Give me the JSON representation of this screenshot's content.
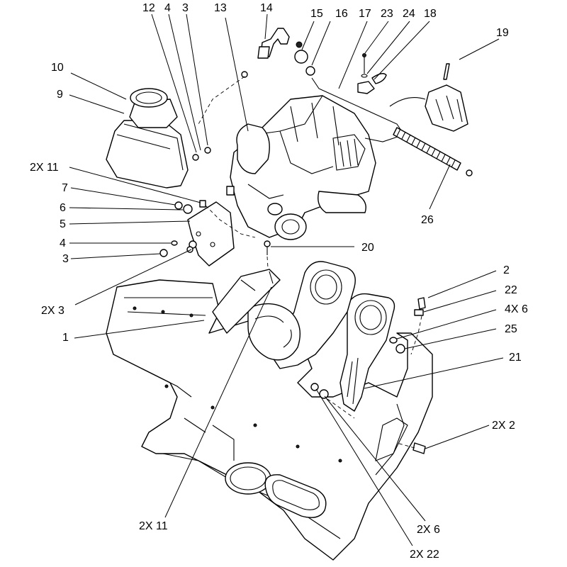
{
  "callouts": [
    {
      "id": "c12",
      "text": "12"
    },
    {
      "id": "c4a",
      "text": "4"
    },
    {
      "id": "c3a",
      "text": "3"
    },
    {
      "id": "c13",
      "text": "13"
    },
    {
      "id": "c14",
      "text": "14"
    },
    {
      "id": "c15",
      "text": "15"
    },
    {
      "id": "c16",
      "text": "16"
    },
    {
      "id": "c17",
      "text": "17"
    },
    {
      "id": "c23",
      "text": "23"
    },
    {
      "id": "c24",
      "text": "24"
    },
    {
      "id": "c18",
      "text": "18"
    },
    {
      "id": "c19",
      "text": "19"
    },
    {
      "id": "c10",
      "text": "10"
    },
    {
      "id": "c9",
      "text": "9"
    },
    {
      "id": "c2x11a",
      "text": "2X 11"
    },
    {
      "id": "c7",
      "text": "7"
    },
    {
      "id": "c6",
      "text": "6"
    },
    {
      "id": "c5",
      "text": "5"
    },
    {
      "id": "c4b",
      "text": "4"
    },
    {
      "id": "c3b",
      "text": "3"
    },
    {
      "id": "c20",
      "text": "20"
    },
    {
      "id": "c26",
      "text": "26"
    },
    {
      "id": "c2x3",
      "text": "2X 3"
    },
    {
      "id": "c1",
      "text": "1"
    },
    {
      "id": "c2",
      "text": "2"
    },
    {
      "id": "c22",
      "text": "22"
    },
    {
      "id": "c4x6",
      "text": "4X 6"
    },
    {
      "id": "c25",
      "text": "25"
    },
    {
      "id": "c21",
      "text": "21"
    },
    {
      "id": "c2x2",
      "text": "2X 2"
    },
    {
      "id": "c2x11b",
      "text": "2X 11"
    },
    {
      "id": "c2x6",
      "text": "2X 6"
    },
    {
      "id": "c2x22",
      "text": "2X 22"
    }
  ]
}
